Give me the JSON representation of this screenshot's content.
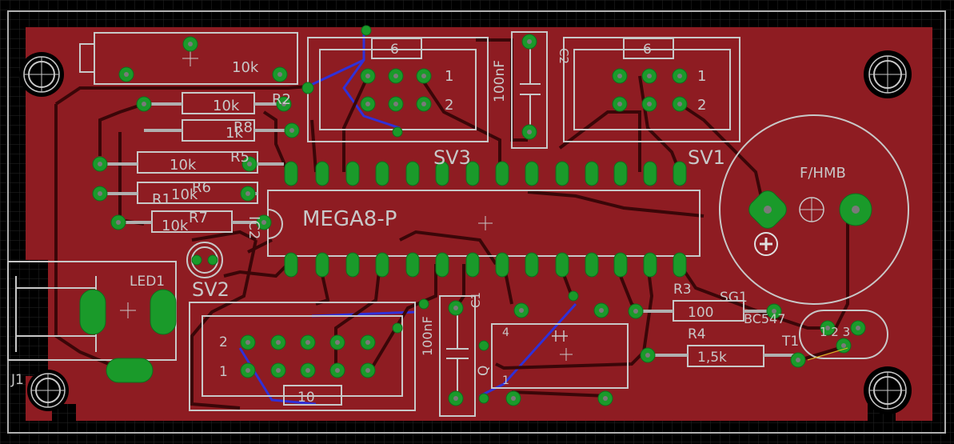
{
  "app": {
    "view": "board-layout"
  },
  "colors": {
    "background": "#000000",
    "grid": "#2a2a2a",
    "copper_top": "#8e1c22",
    "copper_bottom": "#2b2bd0",
    "silkscreen": "#c8c8c8",
    "pad": "#1a9a2a",
    "dimension": "#b8b8b8"
  },
  "labels": {
    "r_top_value": "10k",
    "r2_value": "10k",
    "r2_name": "R2",
    "r8_value": "1k",
    "r8_name": "R8",
    "r5_value": "10k",
    "r5_name": "R5",
    "r6_value": "10k",
    "r6_name": "R6",
    "r1_name": "R1",
    "r7_value": "10k",
    "r7_name": "R7",
    "ic2_name": "IC2",
    "sv3_pin_count": "6",
    "sv3_row1": "1",
    "sv3_row2": "2",
    "sv3_name": "SV3",
    "c2_value": "100nF",
    "c2_name": "C2",
    "sv1_pin_count": "6",
    "sv1_row1": "1",
    "sv1_row2": "2",
    "sv1_name": "SV1",
    "buzzer_name": "F/HMB",
    "ic_name": "MEGA8-P",
    "led_name": "LED1",
    "sv2_name": "SV2",
    "sv2_row2": "2",
    "sv2_row1": "1",
    "r10_value": "10",
    "c1_value": "100nF",
    "c1_name": "C1",
    "q_name": "Q",
    "q_pin4": "4",
    "q_pin1": "1",
    "r3_name": "R3",
    "r3_value": "100",
    "sg1_name": "SG1",
    "t1_type": "BC547",
    "r4_name": "R4",
    "r4_value": "1,5k",
    "t1_name": "T1",
    "t1_pins": "1 2 3",
    "j1_name": "J1"
  }
}
